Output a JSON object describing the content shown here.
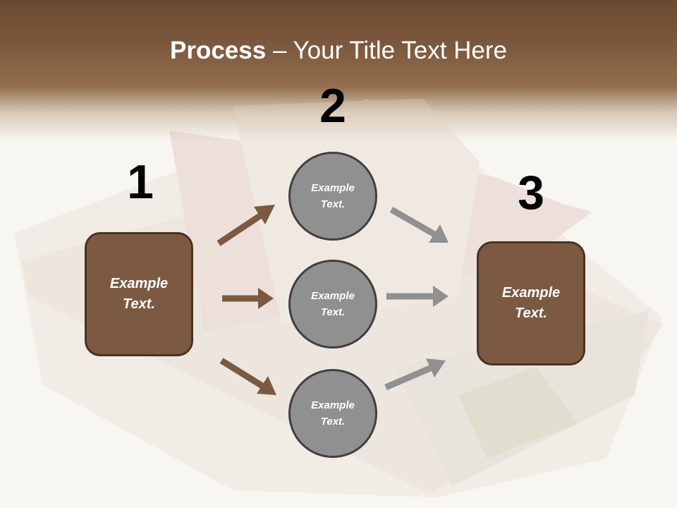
{
  "title": {
    "bold": "Process",
    "rest": " – Your Title Text Here"
  },
  "steps": {
    "one": "1",
    "two": "2",
    "three": "3"
  },
  "left_box": {
    "text": "Example Text."
  },
  "circles": [
    {
      "text": "Example Text."
    },
    {
      "text": "Example Text."
    },
    {
      "text": "Example Text."
    }
  ],
  "right_box": {
    "text": "Example Text."
  },
  "colors": {
    "header": "#7e5a3f",
    "box": "#7b5a41",
    "circle": "#909090",
    "left_arrow": "#7b5a41",
    "right_arrow": "#909090"
  }
}
